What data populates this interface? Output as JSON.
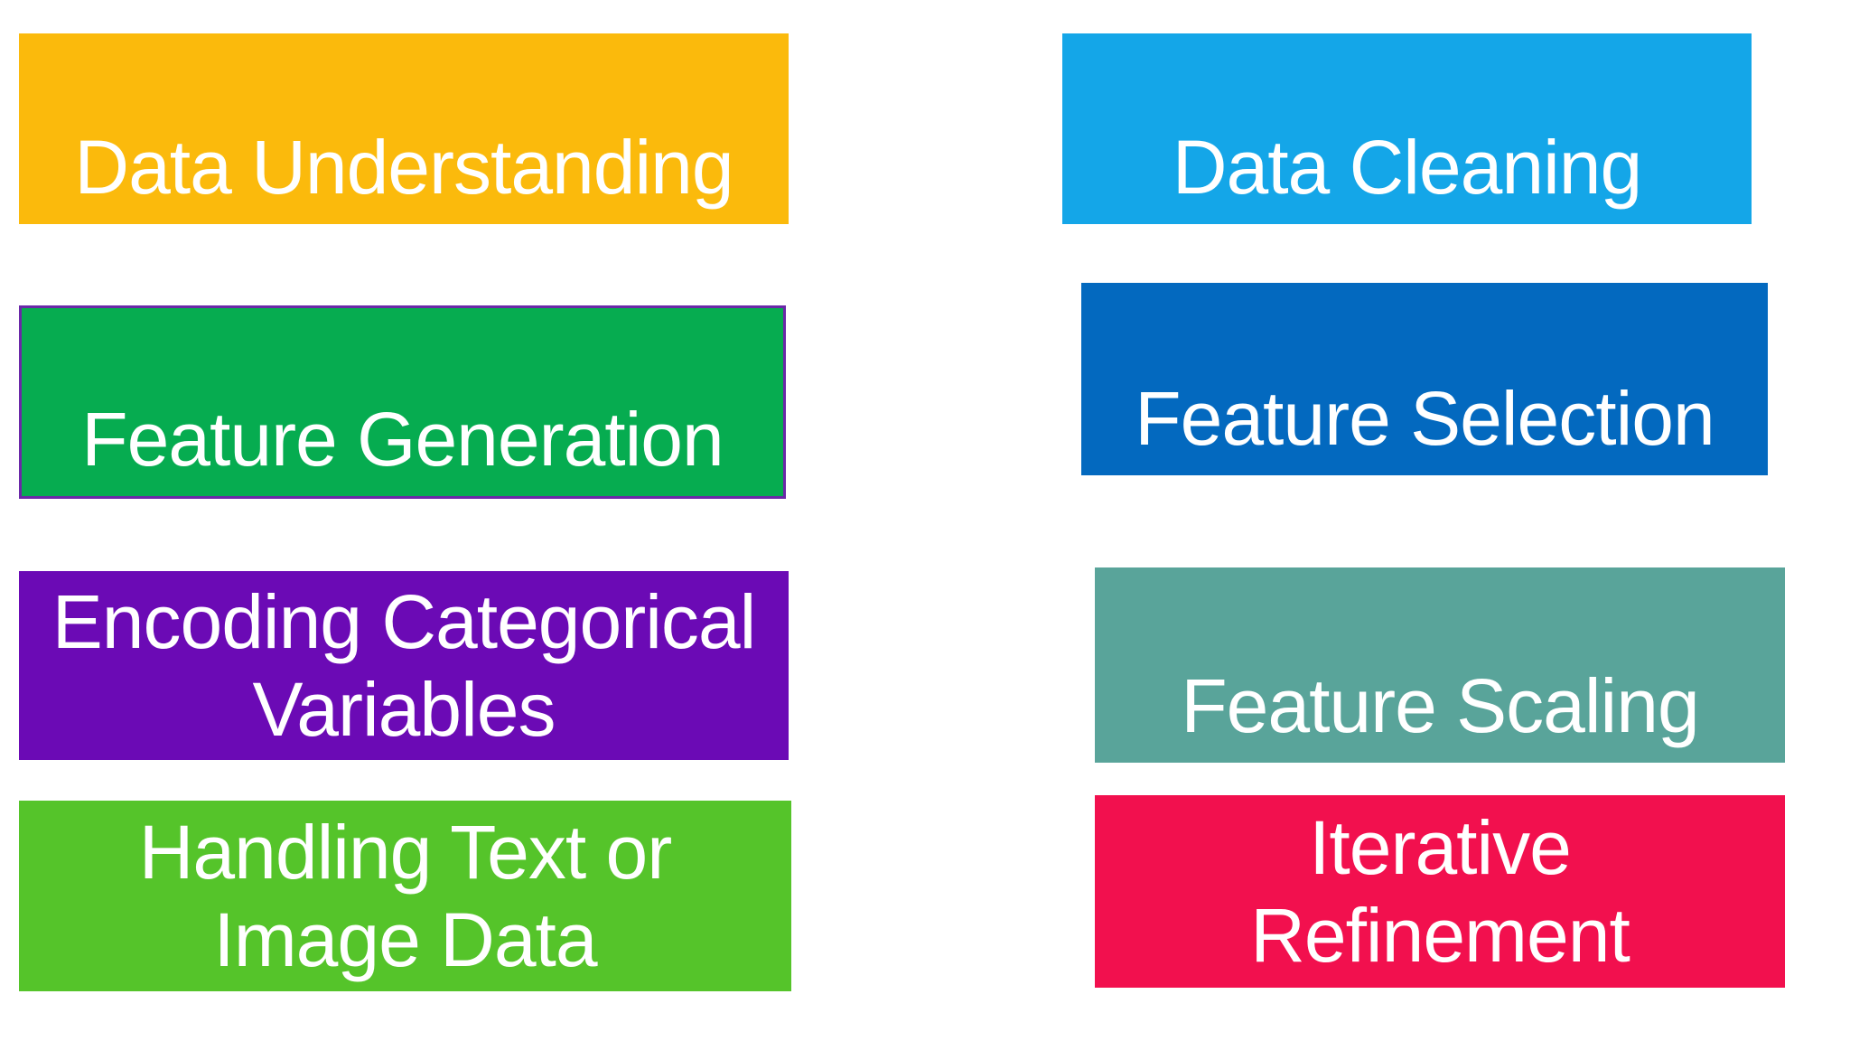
{
  "canvas": {
    "background": "#FFFFFF"
  },
  "diagram": {
    "type": "grid-of-boxes",
    "columns": 2,
    "boxes": [
      {
        "id": "data-understanding",
        "label": "Data Understanding",
        "color": "#FBBA0C",
        "text_color": "#FFFFFF"
      },
      {
        "id": "feature-generation",
        "label": "Feature Generation",
        "color": "#06AC50",
        "border_color": "#6A28A8",
        "text_color": "#FFFFFF"
      },
      {
        "id": "encoding-categorical-variables",
        "label": "Encoding Categorical\nVariables",
        "color": "#6B0AB5",
        "text_color": "#FFFFFF"
      },
      {
        "id": "handling-text-or-image-data",
        "label": "Handling Text or\nImage Data",
        "color": "#55C42A",
        "text_color": "#FFFFFF"
      },
      {
        "id": "data-cleaning",
        "label": "Data Cleaning",
        "color": "#14A6E8",
        "text_color": "#FFFFFF"
      },
      {
        "id": "feature-selection",
        "label": "Feature Selection",
        "color": "#0369BF",
        "text_color": "#FFFFFF"
      },
      {
        "id": "feature-scaling",
        "label": "Feature Scaling",
        "color": "#59A49A",
        "text_color": "#FFFFFF"
      },
      {
        "id": "iterative-refinement",
        "label": "Iterative\nRefinement",
        "color": "#F2104E",
        "text_color": "#FFFFFF"
      }
    ]
  }
}
